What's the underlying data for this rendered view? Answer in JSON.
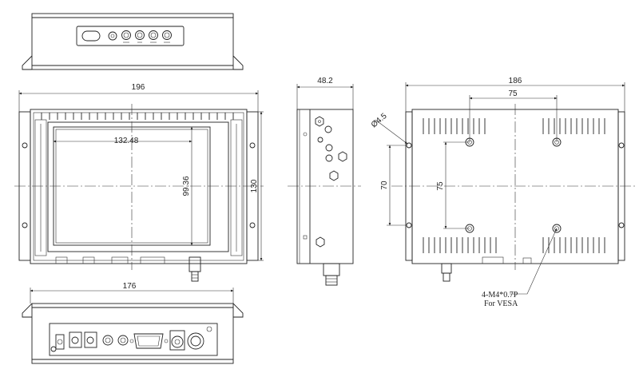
{
  "dimensions": {
    "front_width": "196",
    "front_height": "130",
    "screen_width": "132.48",
    "screen_height": "99.36",
    "side_depth": "48.2",
    "back_width": "186",
    "vesa_horizontal": "75",
    "vesa_vertical": "75",
    "mount_hole_spacing": "70",
    "hole_diameter": "Ø4.5",
    "bottom_width": "176"
  },
  "notes": {
    "vesa_thread": "4-M4*0.7P",
    "vesa_for": "For VESA"
  }
}
